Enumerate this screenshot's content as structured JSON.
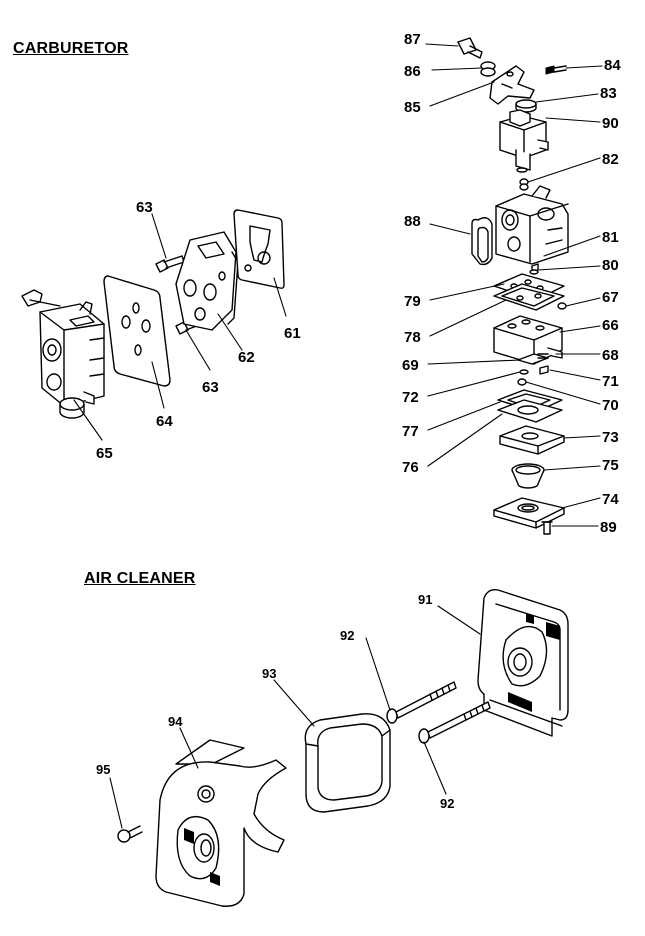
{
  "sections": {
    "carburetor": "CARBURETOR",
    "air_cleaner": "AIR CLEANER"
  },
  "parts": {
    "p61": "61",
    "p62": "62",
    "p63a": "63",
    "p63b": "63",
    "p64": "64",
    "p65": "65",
    "p66": "66",
    "p67": "67",
    "p68": "68",
    "p69": "69",
    "p70": "70",
    "p71": "71",
    "p72": "72",
    "p73": "73",
    "p74": "74",
    "p75": "75",
    "p76": "76",
    "p77": "77",
    "p78": "78",
    "p79": "79",
    "p80": "80",
    "p81": "81",
    "p82": "82",
    "p83": "83",
    "p84": "84",
    "p85": "85",
    "p86": "86",
    "p87": "87",
    "p88": "88",
    "p89": "89",
    "p90": "90",
    "p91": "91",
    "p92a": "92",
    "p92b": "92",
    "p93": "93",
    "p94": "94",
    "p95": "95"
  }
}
